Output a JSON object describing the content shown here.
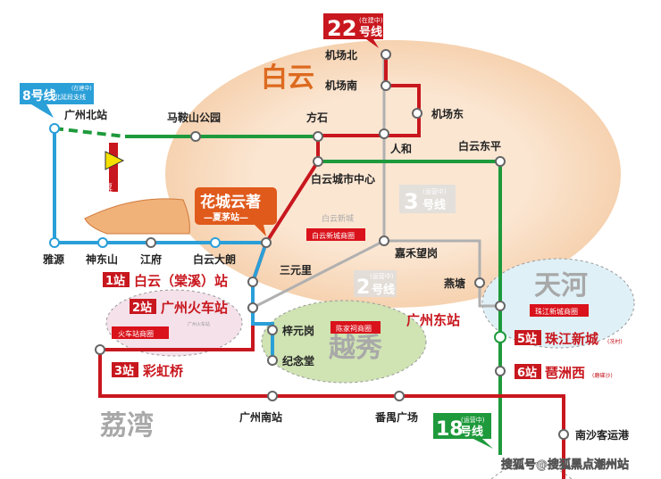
{
  "colors": {
    "line8": "#2a9fd8",
    "line22": "#c8171e",
    "line18": "#1e9a3c",
    "line23": "#b0b0b0",
    "baiyun_bg": "#f9dcc0"
  },
  "districts": {
    "baiyun": "白云",
    "tianhe": "天河",
    "yuexiu": "越秀",
    "liwan": "荔湾"
  },
  "lines": {
    "l22": {
      "num": "22",
      "suffix": "号线",
      "status": "(在建中)"
    },
    "l8": {
      "num": "8号线",
      "suffix": "北延段支线",
      "status": "(在建中)"
    },
    "l3": {
      "num": "3",
      "suffix": "号线",
      "status": "(运营中)"
    },
    "l2": {
      "num": "2",
      "suffix": "号线",
      "status": "(运营中)"
    },
    "l18": {
      "num": "18",
      "suffix": "号线",
      "status": "(运营中)"
    }
  },
  "stations": {
    "gzbei": "广州北站",
    "maanshan": "马鞍山公园",
    "fangshi": "方石",
    "jcbei": "机场北",
    "jcnan": "机场南",
    "jcdong": "机场东",
    "renhe": "人和",
    "bydongping": "白云东平",
    "bycity": "白云城市中心",
    "jiahe": "嘉禾望岗",
    "sanyuanli": "三元里",
    "yantang": "燕塘",
    "yayuan": "雅源",
    "shendongshan": "神东山",
    "jiangfu": "江府",
    "bydalang": "白云大朗",
    "ziyuangang": "梓元岗",
    "jiniantang": "纪念堂",
    "gznan": "广州南站",
    "panyu": "番禺广场",
    "nansha": "南沙客运港",
    "gzdong": "广州东站"
  },
  "project": {
    "name": "花城云著",
    "station": "—夏茅站—",
    "xiamao": "夏茅站"
  },
  "stops": [
    {
      "n": "1站",
      "name": "白云（棠溪）站"
    },
    {
      "n": "2站",
      "name": "广州火车站"
    },
    {
      "n": "3站",
      "name": "彩虹桥"
    },
    {
      "n": "5站",
      "name": "珠江新城",
      "note": "(冼村)"
    },
    {
      "n": "6站",
      "name": "琶洲西",
      "note": "(磨碟沙)"
    }
  ],
  "zones": {
    "huochezhan": "火车站商圈",
    "chenjiaci": "陈家祠商圈",
    "zhujiang": "珠江新城商圈",
    "baiyunxc": "白云新城商圈",
    "baiyunxc_label": "白云新城",
    "gzhcz": "广州火车站"
  },
  "watermark": "搜狐号@搜狐黑点潮州站"
}
